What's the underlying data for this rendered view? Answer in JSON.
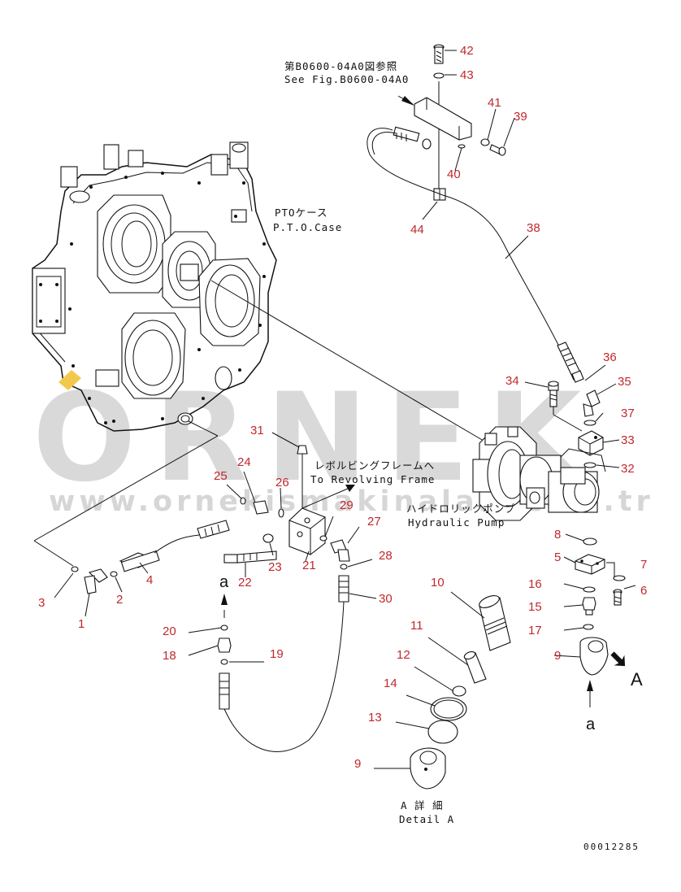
{
  "watermark": {
    "logo": "ORNEK",
    "url": "www.orneki̇smaki̇nalari.com.tr"
  },
  "labels": {
    "see_fig_jp": "第B0600-04A0図参照",
    "see_fig_en": "See Fig.B0600-04A0",
    "pto_case_jp": "PTOケース",
    "pto_case_en": "P.T.O.Case",
    "revolving_jp": "レボルビングフレームへ",
    "revolving_en": "To Revolving Frame",
    "hydraulic_jp": "ハイドロリックポンプ",
    "hydraulic_en": "Hydraulic Pump",
    "detail_jp": "A 詳 細",
    "detail_en": "Detail A",
    "view_a_arrow": "A",
    "view_a_lower": "a",
    "view_a_left": "a",
    "doc_number": "00012285"
  },
  "part_numbers": [
    "1",
    "2",
    "3",
    "4",
    "5",
    "6",
    "7",
    "8",
    "9",
    "9",
    "10",
    "11",
    "12",
    "13",
    "14",
    "15",
    "16",
    "17",
    "18",
    "19",
    "20",
    "21",
    "22",
    "23",
    "24",
    "25",
    "26",
    "27",
    "28",
    "29",
    "30",
    "31",
    "32",
    "33",
    "34",
    "35",
    "36",
    "37",
    "38",
    "39",
    "40",
    "41",
    "42",
    "43",
    "44"
  ],
  "colors": {
    "callout": "#c0282d",
    "line": "#111111",
    "highlight": "#f2c94c",
    "watermark": "#d9d9d9"
  }
}
